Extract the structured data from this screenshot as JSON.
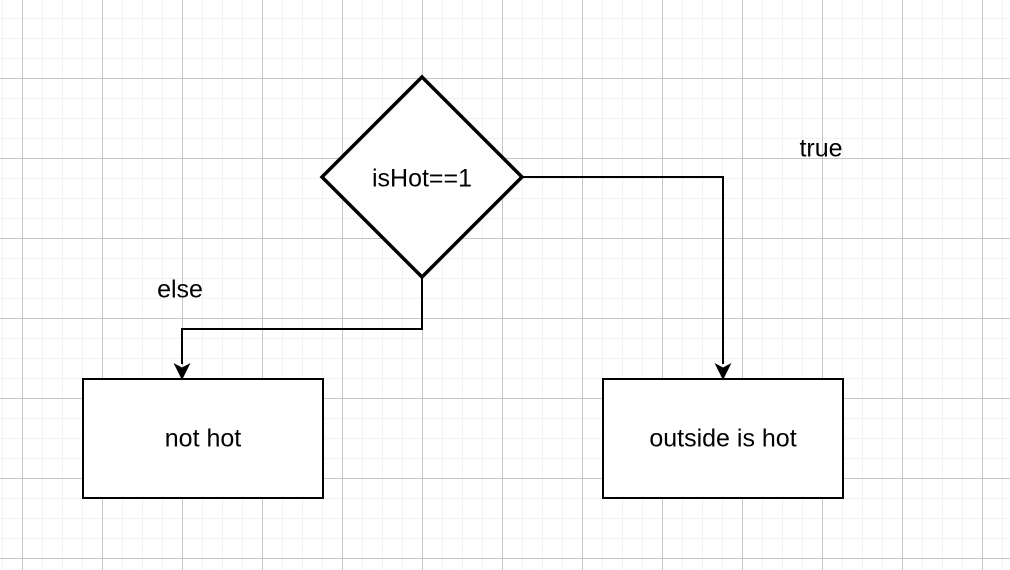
{
  "diagram": {
    "decision": {
      "label": "isHot==1"
    },
    "edges": {
      "true_branch": {
        "label": "true"
      },
      "else_branch": {
        "label": "else"
      }
    },
    "nodes": {
      "else_result": {
        "label": "not hot"
      },
      "true_result": {
        "label": "outside is hot"
      }
    },
    "colors": {
      "shape_stroke": "#000000",
      "shape_fill": "#ffffff",
      "text": "#000000",
      "grid_minor": "#f2f2f2",
      "grid_major": "#c6c6c6",
      "background": "#ffffff"
    }
  }
}
